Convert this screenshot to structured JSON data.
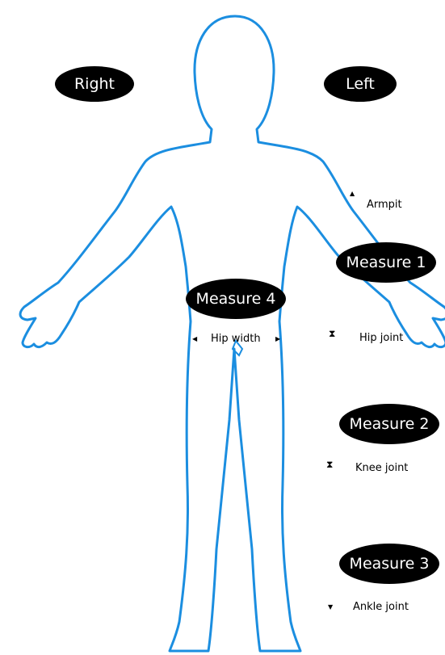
{
  "colors": {
    "outline": "#1b8ee0",
    "pill_bg": "#000000",
    "pill_text": "#ffffff",
    "label_text": "#000000"
  },
  "sides": {
    "right": "Right",
    "left": "Left"
  },
  "measures": {
    "m1": "Measure 1",
    "m2": "Measure 2",
    "m3": "Measure 3",
    "m4": "Measure 4"
  },
  "landmarks": {
    "armpit": "Armpit",
    "hip_width": "Hip width",
    "hip_joint": "Hip joint",
    "knee_joint": "Knee joint",
    "ankle_joint": "Ankle joint"
  },
  "marker_glyphs": {
    "up": "▲",
    "down": "▼",
    "left": "◀",
    "right": "▶",
    "double": "⧗"
  }
}
